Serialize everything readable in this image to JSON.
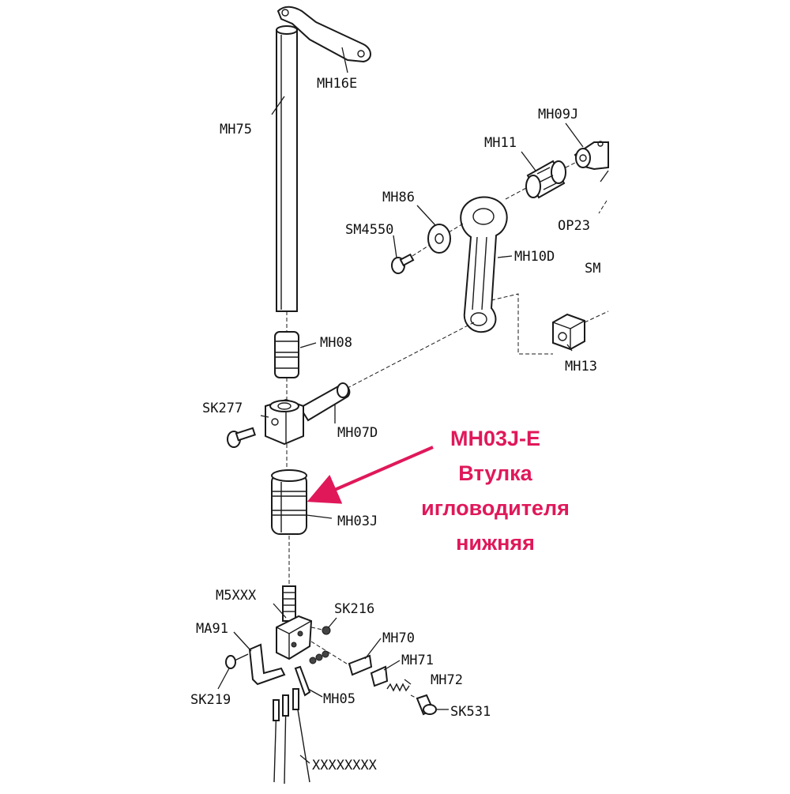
{
  "labels": {
    "mh16e": "MH16E",
    "mh75": "MH75",
    "mh09j": "MH09J",
    "mh11": "MH11",
    "mh86": "MH86",
    "sm4550": "SM4550",
    "op23": "OP23",
    "mh10d": "MH10D",
    "sm": "SM",
    "mh08": "MH08",
    "mh13": "MH13",
    "sk277": "SK277",
    "mh07d": "MH07D",
    "mh03j": "MH03J",
    "m5xxx": "M5XXX",
    "sk216": "SK216",
    "ma91": "MA91",
    "mh70": "MH70",
    "mh71": "MH71",
    "mh72": "MH72",
    "sk219": "SK219",
    "mh05": "MH05",
    "sk531": "SK531",
    "xxxxxxxx": "XXXXXXXX"
  },
  "highlight": {
    "code": "MH03J-E",
    "line1": "Втулка",
    "line2": "игловодителя",
    "line3": "нижняя",
    "color": "#e0185a"
  }
}
